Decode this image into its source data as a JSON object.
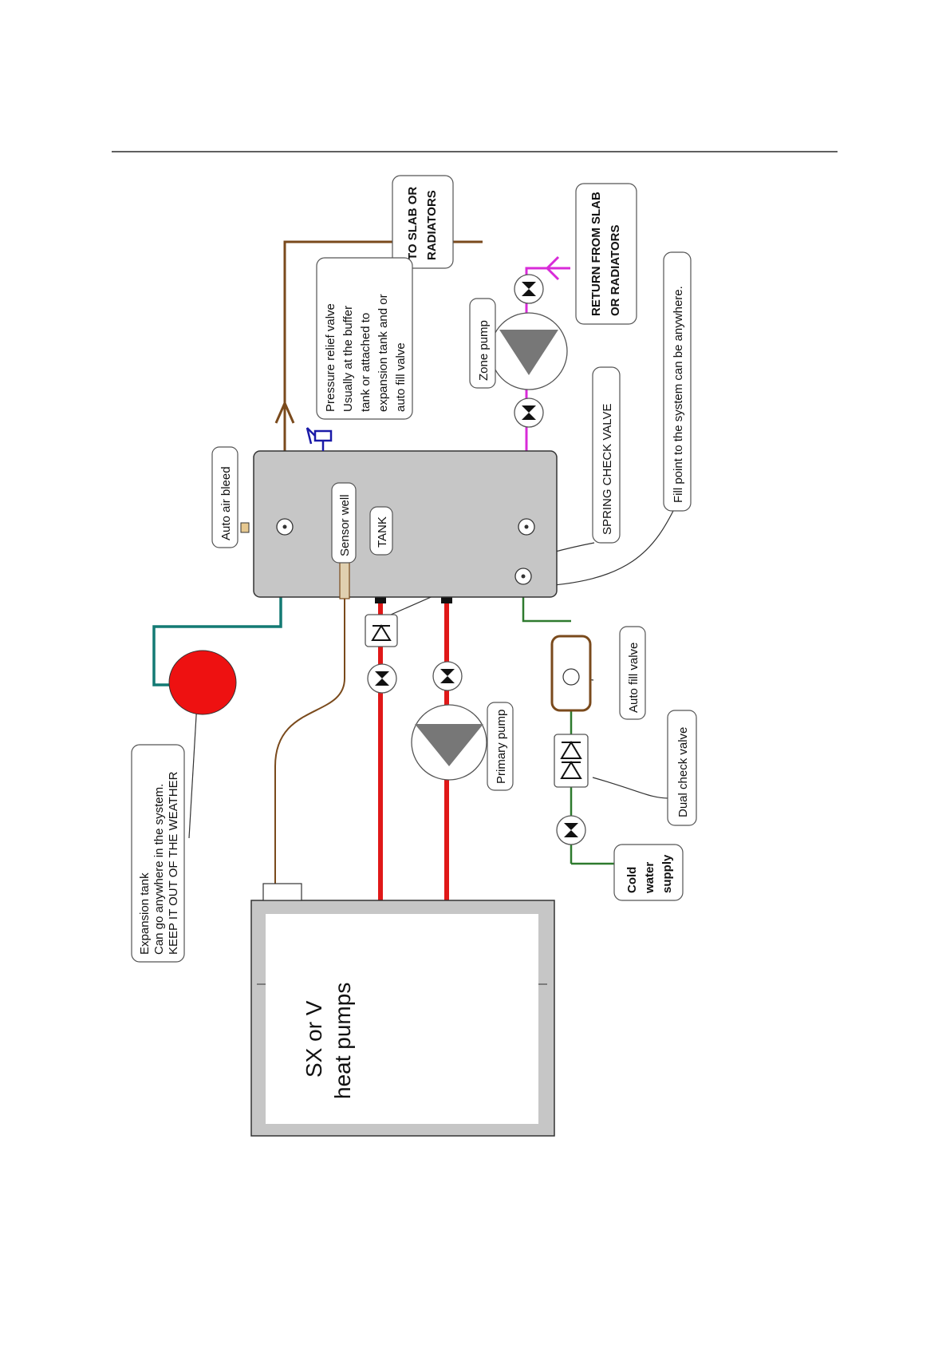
{
  "labels": {
    "to_slab": [
      "TO SLAB OR",
      "RADIATORS"
    ],
    "return_slab": [
      "RETURN FROM SLAB",
      "OR RADIATORS"
    ],
    "pressure_relief": [
      "Pressure relief valve",
      "Usually at the buffer",
      "tank or attached to",
      "expansion tank and or",
      "auto fill valve"
    ],
    "zone_pump": "Zone pump",
    "fill_point": "Fill point to the system can be anywhere.",
    "spring_check": "SPRING CHECK VALVE",
    "auto_air_bleed": "Auto air bleed",
    "sensor_well": "Sensor well",
    "tank": "TANK",
    "auto_fill_valve": "Auto fill valve",
    "dual_check_valve": "Dual check valve",
    "cold_water": [
      "Cold",
      "water",
      "supply"
    ],
    "primary_pump": "Primary pump",
    "expansion_tank": [
      "Expansion tank",
      "Can go anywhere in the system.",
      "KEEP IT OUT OF THE WEATHER"
    ],
    "heat_pumps": [
      "SX or V",
      "heat pumps"
    ]
  },
  "colors": {
    "flow_pipe": "#7a4a1c",
    "return_pipe": "#d82bd8",
    "primary_pipe": "#e01818",
    "cold_pipe": "#2e7a2e",
    "expansion_pipe": "#137a74",
    "expansion_tank": "#ee1111",
    "tank_fill": "#c6c6c6",
    "relief_valve": "#1a1aa8"
  }
}
